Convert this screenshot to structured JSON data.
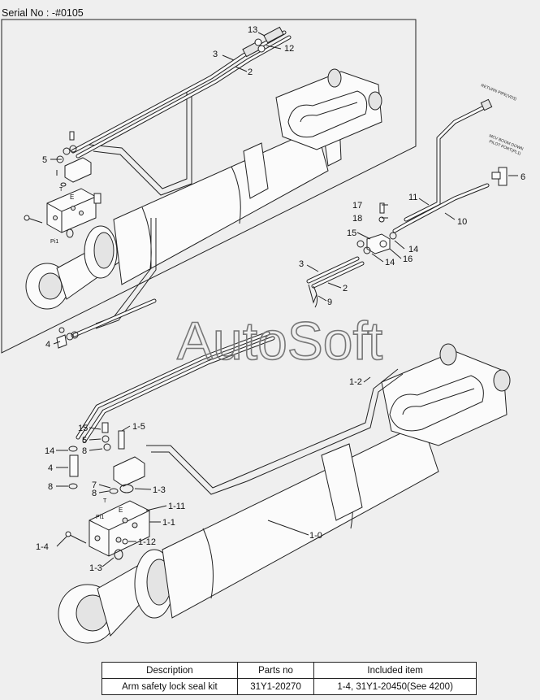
{
  "serial": "Serial No : -#0105",
  "watermark": "AutoSoft",
  "labels": {
    "l13": "13",
    "l12": "12",
    "l3a": "3",
    "l2a": "2",
    "l5a": "5",
    "l4a": "4",
    "l17": "17",
    "l18": "18",
    "l15a": "15",
    "l11": "11",
    "l10": "10",
    "l6": "6",
    "l14a": "14",
    "l14b": "14",
    "l16": "16",
    "l3b": "3",
    "l2b": "2",
    "l9": "9",
    "l1_2": "1-2",
    "l1_5": "1-5",
    "l15b": "15",
    "l5b": "5",
    "l14c": "14",
    "l8a": "8",
    "l4b": "4",
    "l8b": "8",
    "l7": "7",
    "l8c": "8",
    "l1_3a": "1-3",
    "l1_11": "1-11",
    "l1_1": "1-1",
    "l1_4": "1-4",
    "l1_12": "1-12",
    "l1_3b": "1-3",
    "l1_0": "1-0"
  },
  "callouts": {
    "return_pipe": "RETURN PIPE(VD3)",
    "mcv_boomdown": "MCV BOOM DOWN",
    "pilot_port": "PILOT PORT(PL1)"
  },
  "valve_marks": {
    "t": "T",
    "e": "E",
    "pi1": "Pi1"
  },
  "table": {
    "headers": [
      "Description",
      "Parts no",
      "Included item"
    ],
    "row": [
      "Arm safety lock seal kit",
      "31Y1-20270",
      "1-4, 31Y1-20450(See 4200)"
    ]
  }
}
